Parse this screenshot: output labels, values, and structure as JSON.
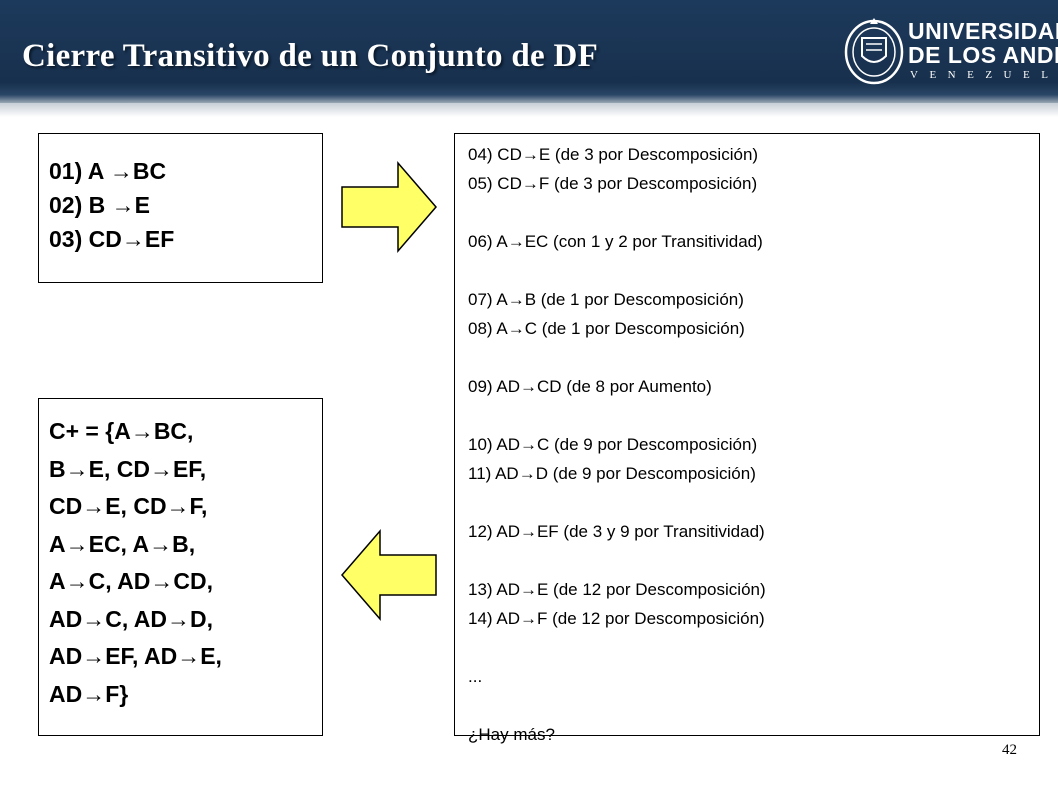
{
  "header": {
    "title": "Cierre Transitivo de un Conjunto de DF",
    "logo_lines": [
      "UNIVERSIDAD",
      "DE LOS ANDES",
      "VENEZUELA"
    ]
  },
  "initial_set": [
    "01) A →BC",
    "02) B →E",
    "03) CD→EF"
  ],
  "closure_set": [
    "C+ = {A→BC,",
    "B→E, CD→EF,",
    "CD→E, CD→F,",
    "A→EC, A→B,",
    "A→C, AD→CD,",
    "AD→C, AD→D,",
    "AD→EF, AD→E,",
    "AD→F}"
  ],
  "derivations": [
    {
      "text": "04) CD→E  (de 3 por Descomposición)",
      "gap": false
    },
    {
      "text": "05) CD→F  (de 3 por Descomposición)",
      "gap": false
    },
    {
      "text": "06) A→EC  (con 1 y 2 por Transitividad)",
      "gap": true
    },
    {
      "text": "07) A→B   (de 1 por Descomposición)",
      "gap": true
    },
    {
      "text": "08) A→C   (de 1 por Descomposición)",
      "gap": false
    },
    {
      "text": "09) AD→CD (de 8 por Aumento)",
      "gap": true
    },
    {
      "text": "10) AD→C  (de 9 por Descomposición)",
      "gap": true
    },
    {
      "text": "11) AD→D  (de 9 por Descomposición)",
      "gap": false
    },
    {
      "text": "12) AD→EF (de 3 y 9 por Transitividad)",
      "gap": true
    },
    {
      "text": "13) AD→E  (de 12 por Descomposición)",
      "gap": true
    },
    {
      "text": "14) AD→F  (de 12 por Descomposición)",
      "gap": false
    },
    {
      "text": "...",
      "gap": true
    },
    {
      "text": "¿Hay más?",
      "gap": true
    }
  ],
  "page_number": "42",
  "colors": {
    "header_bg": "#1a3352",
    "arrow_fill": "#ffff66",
    "arrow_stroke": "#000000"
  }
}
